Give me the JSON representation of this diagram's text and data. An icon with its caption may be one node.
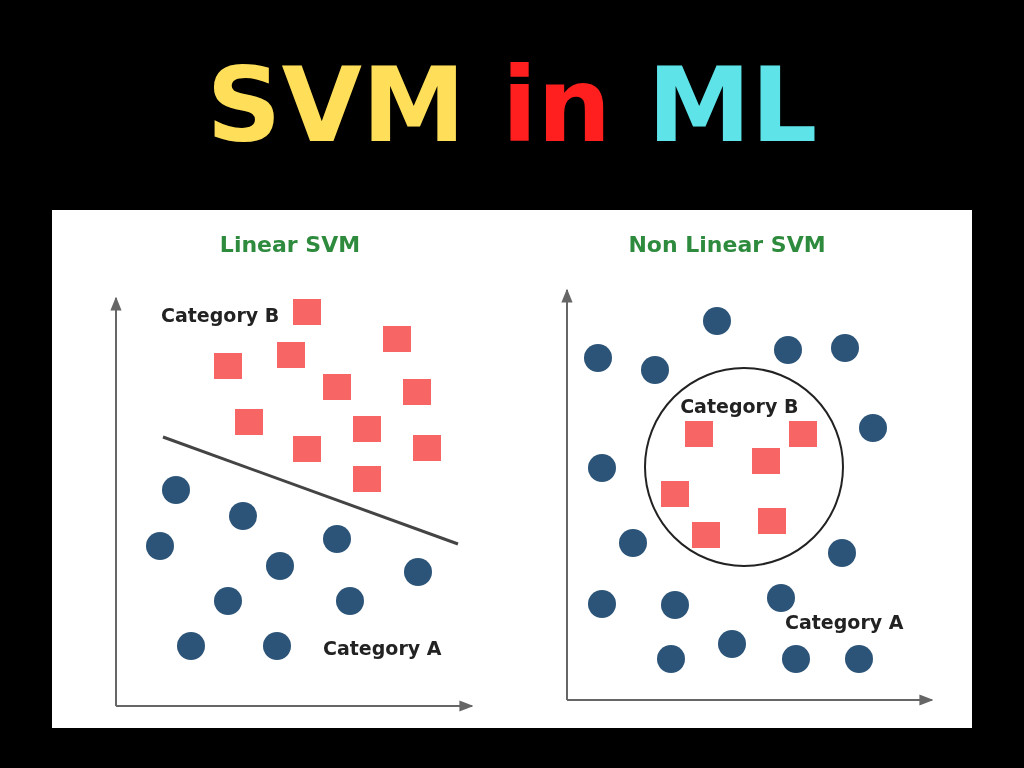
{
  "diagram": {
    "title": "SVM in ML",
    "nodes": [
      {
        "text": [
          "Category B"
        ]
      }
    ],
    "edges": [],
    "labels": [
      "Linear SVM",
      "Non Linear SVM",
      "Category B",
      "Category A",
      "Category A"
    ]
  }
}
